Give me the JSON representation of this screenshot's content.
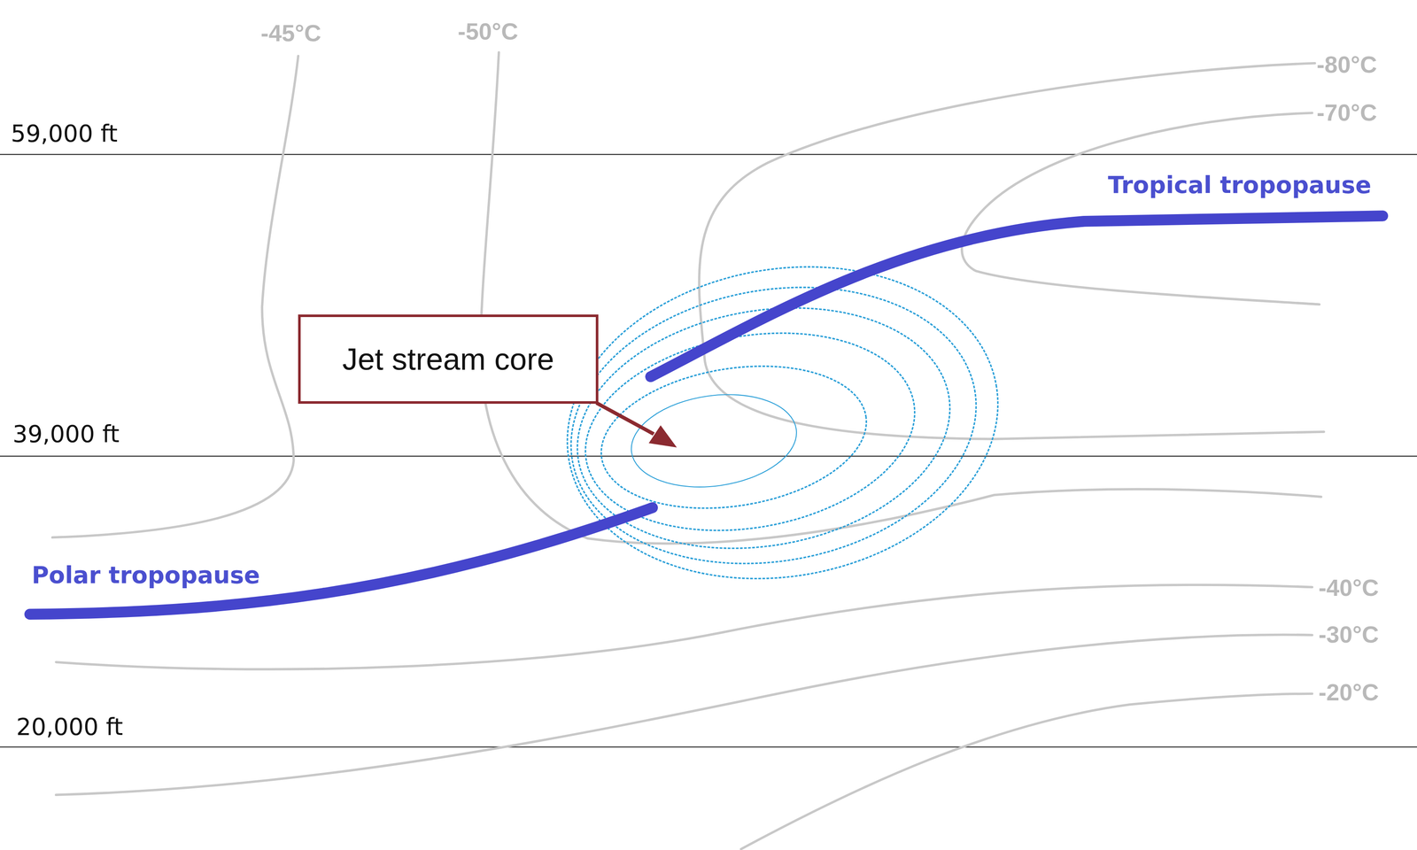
{
  "diagram": {
    "nodes": [
      {
        "text": [
          "Jet stream core"
        ]
      }
    ],
    "labels": [
      "-45°C",
      "-50°C",
      "-80°C",
      "59,000 ft",
      "-70°C",
      "Tropical tropopause",
      "39,000 ft",
      "Polar tropopause",
      "-40°C",
      "-30°C",
      "-20°C",
      "20,000 ft"
    ]
  }
}
